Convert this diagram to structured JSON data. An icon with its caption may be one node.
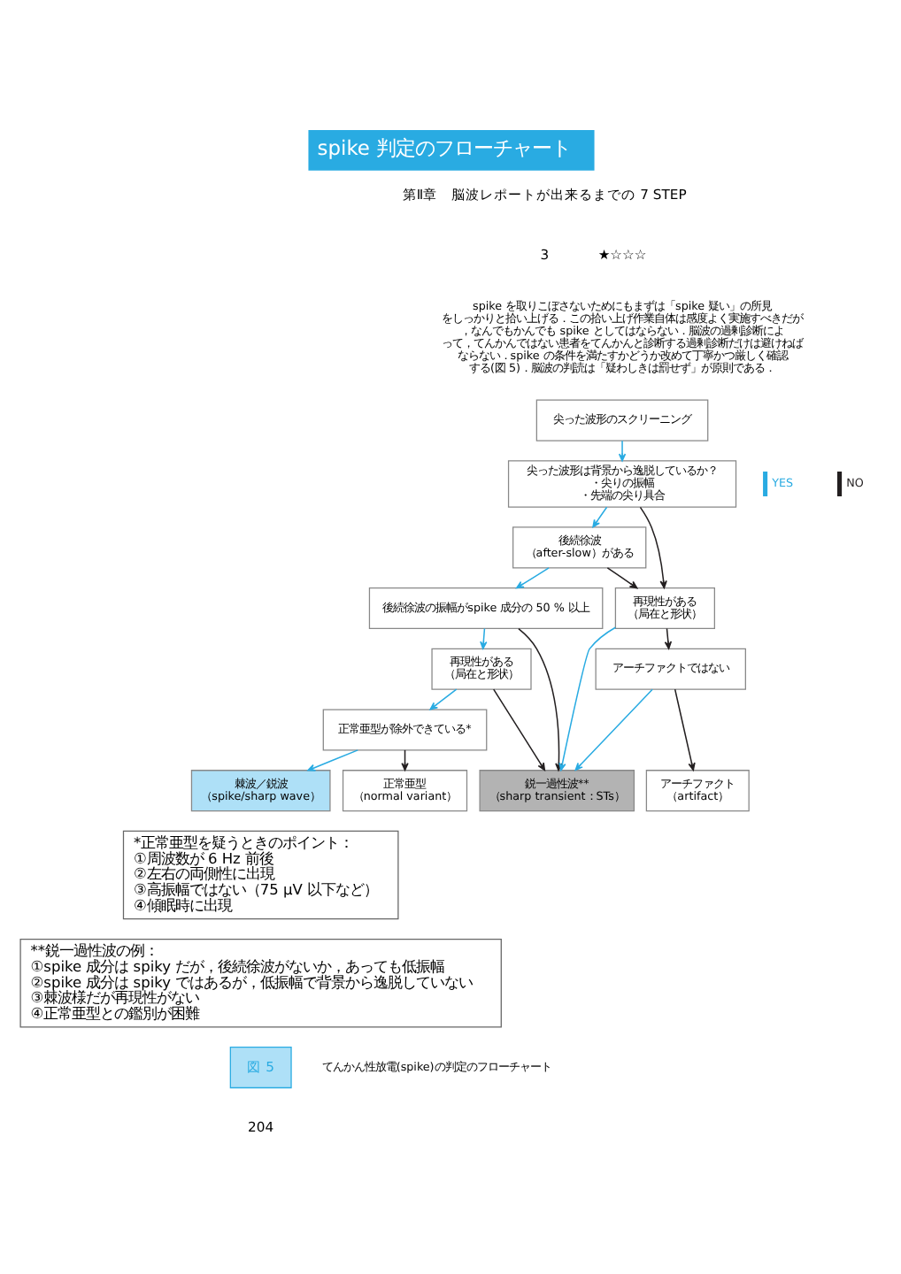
{
  "diagram": {
    "title": "spike 判定のフローチャート",
    "caption": "てんかん性放電(spike)の判定のフローチャート",
    "nodes": [
      {
        "text": [
          "尖った波形のスクリーニング"
        ]
      },
      {
        "text": [
          "尖った波形は背景から逸脱しているか？",
          "・尖りの振幅",
          "・先端の尖り具合"
        ]
      },
      {
        "text": [
          "後続徐波（after-slow）がある"
        ]
      },
      {
        "text": [
          "後続徐波の振幅がspike 成分の 50 % 以上"
        ]
      },
      {
        "text": [
          "再現性がある（局在と形状）"
        ]
      },
      {
        "text": [
          "再現性がある（局在と形状）"
        ]
      },
      {
        "text": [
          "アーチファクトではない"
        ]
      },
      {
        "text": [
          "正常亜型が除外できている*"
        ]
      },
      {
        "text": [
          "棘波／鋭波（spike/sharp wave）"
        ]
      },
      {
        "text": [
          "正常亜型（normal variant）"
        ]
      },
      {
        "text": [
          "鋭一過性波**（sharp transient：STs）"
        ]
      },
      {
        "text": [
          "アーチファクト（artifact）"
        ]
      },
      {
        "text": [
          "*正常亜型を疑うときのポイント：",
          "①周波数が 6 Hz 前後",
          "②左右の両側性に出現",
          "③高振幅ではない（75 μV 以下など）",
          "④傾眠時に出現"
        ]
      },
      {
        "text": [
          "**鋭一過性波の例：",
          "①spike 成分は spiky だが，後続徐波がないか，あっても低振幅",
          "②spike 成分は spiky ではあるが，低振幅で背景から逸脱していない",
          "③棘波様だが再現性がない",
          "④正常亜型との鑑別が困難"
        ]
      }
    ],
    "edges": [
      {
        "from": 0,
        "to": 1,
        "arrow": "to"
      },
      {
        "from": 1,
        "to": 2,
        "arrow": "to"
      },
      {
        "from": 1,
        "to": 4,
        "arrow": "to",
        "color": "#231f20"
      },
      {
        "from": 2,
        "to": 3,
        "arrow": "to"
      },
      {
        "from": 2,
        "to": 4,
        "arrow": "to",
        "color": "#231f20"
      },
      {
        "from": 3,
        "to": 5,
        "arrow": "to"
      },
      {
        "from": 3,
        "to": 10,
        "arrow": "to",
        "color": "#231f20"
      },
      {
        "from": 4,
        "to": 10,
        "arrow": "to"
      },
      {
        "from": 4,
        "to": 6,
        "arrow": "to",
        "color": "#231f20"
      },
      {
        "from": 5,
        "to": 7,
        "arrow": "to"
      },
      {
        "from": 5,
        "to": 10,
        "arrow": "to",
        "color": "#231f20"
      },
      {
        "from": 6,
        "to": 10,
        "arrow": "to"
      },
      {
        "from": 6,
        "to": 11,
        "arrow": "to",
        "color": "#231f20"
      },
      {
        "from": 7,
        "to": 8,
        "arrow": "to"
      },
      {
        "from": 7,
        "to": 9,
        "arrow": "to",
        "color": "#231f20"
      }
    ],
    "labels": [
      "第Ⅱ章　脳波レポートが出来るまでの 7 STEP",
      "3",
      "★☆☆☆",
      "spike を取りこぼさないためにもまずは「spike 疑い」の所見をしっかりと拾い上げる．この拾い上げ作業自体は感度よく実施すべきだが，なんでもかんでも spike としてはならない．脳波の過剰診断によって，てんかんではない患者をてんかんと診断する過剰診断だけは避けねばならない．spike の条件を満たすかどうか改めて丁寧かつ厳しく確認する(図 5)．脳波の判読は「疑わしきは罰せず」が原則である．",
      "図 5",
      "204"
    ],
    "legend": [
      {
        "text": "YES"
      },
      {
        "text": "NO"
      }
    ]
  }
}
